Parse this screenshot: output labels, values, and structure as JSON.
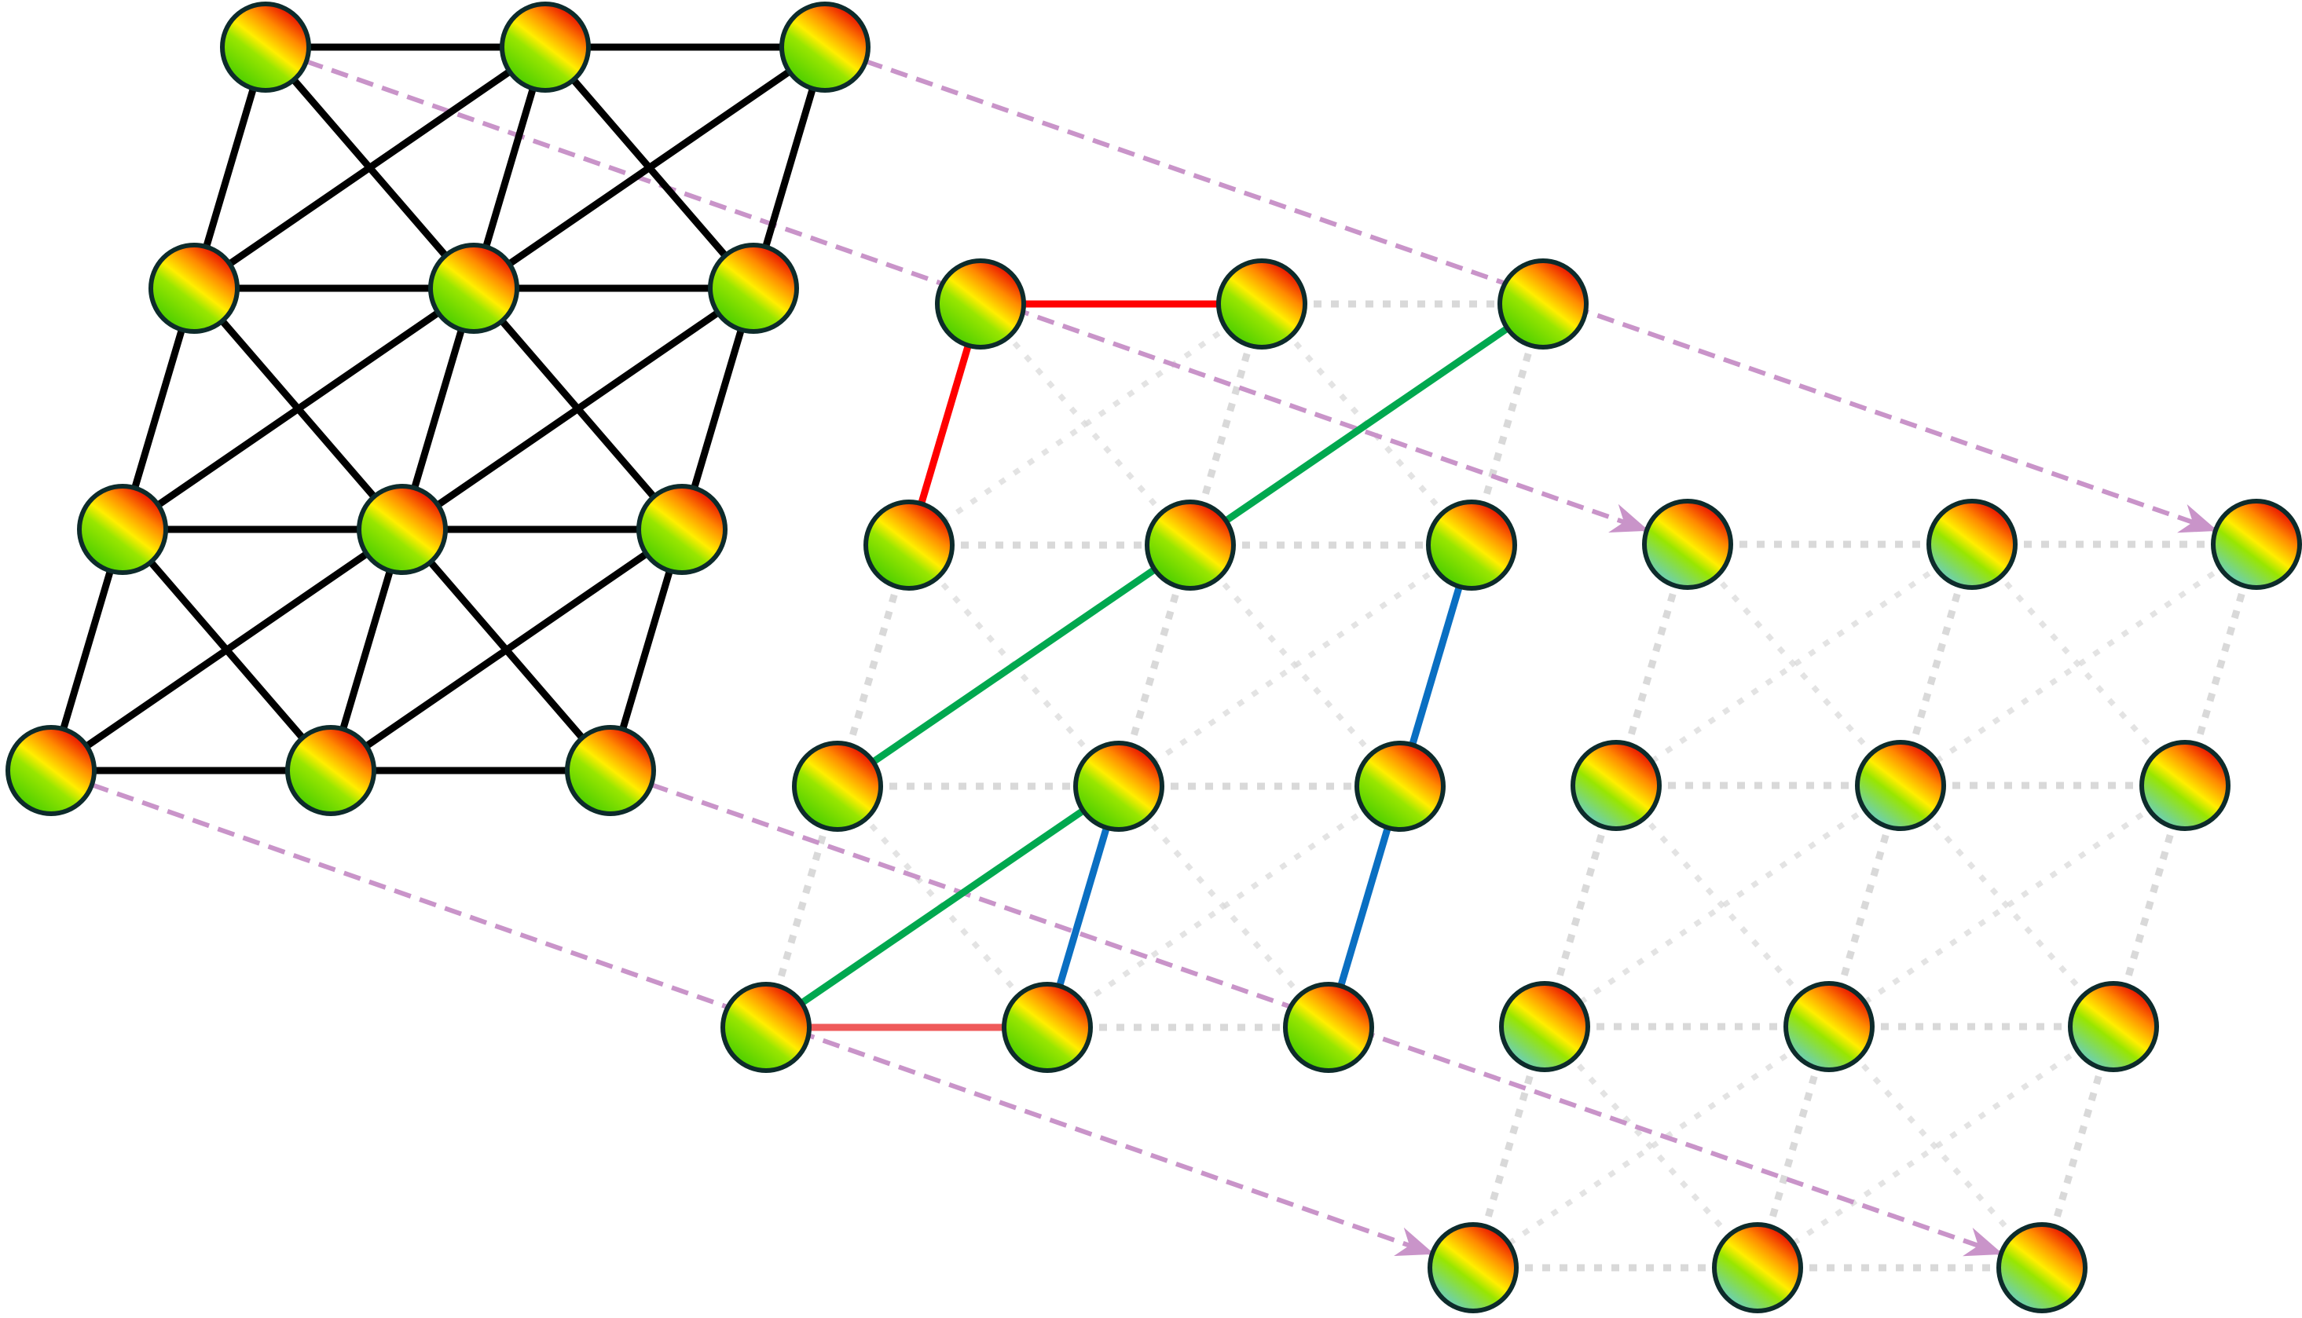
{
  "title": "",
  "colors": {
    "background": "#ffffff",
    "grid_a_edges": "#000000",
    "grid_background_edges": "#d9d9d9",
    "projection_arrows": "#c994c9",
    "highlight_red": "#ff0000",
    "highlight_red_light": "#ef5a5a",
    "highlight_green": "#00a84f",
    "highlight_blue": "#0a6fc2",
    "node_outline": "#0d2b2b",
    "node_gradient_warm": [
      "#e60000",
      "#ff8800",
      "#ffee00",
      "#99e600",
      "#44cc00"
    ],
    "node_gradient_cool": [
      "#e60000",
      "#ff8800",
      "#ffee00",
      "#99e600",
      "#66cccc"
    ]
  },
  "node_fill_styles": [
    "warm",
    "warm",
    "cool"
  ],
  "edge_styles": {
    "grid_a": "solid",
    "grid_b": "dotted",
    "grid_c": "dotted",
    "highlights": "solid",
    "projection": "dashed-arrow"
  },
  "grids": [
    {
      "id": "grid-a",
      "rows": 4,
      "cols": 3,
      "edges": "solid-black",
      "fill": "warm"
    },
    {
      "id": "grid-b",
      "rows": 4,
      "cols": 3,
      "edges": "dotted-gray",
      "fill": "warm"
    },
    {
      "id": "grid-c",
      "rows": 4,
      "cols": 3,
      "edges": "dotted-gray",
      "fill": "cool"
    }
  ],
  "highlight_paths": [
    {
      "name": "red-path",
      "color": "highlight_red",
      "grid": "grid-b",
      "nodes": [
        [
          1,
          0
        ],
        [
          0,
          0
        ],
        [
          0,
          1
        ]
      ]
    },
    {
      "name": "green-path-upper",
      "color": "highlight_green",
      "grid": "grid-b",
      "nodes": [
        [
          2,
          0
        ],
        [
          1,
          1
        ],
        [
          0,
          2
        ]
      ]
    },
    {
      "name": "green-path-lower",
      "color": "highlight_green",
      "grid": "grid-b",
      "nodes": [
        [
          3,
          0
        ],
        [
          2,
          1
        ]
      ]
    },
    {
      "name": "blue-path-left",
      "color": "highlight_blue",
      "grid": "grid-b",
      "nodes": [
        [
          2,
          1
        ],
        [
          3,
          1
        ]
      ]
    },
    {
      "name": "blue-path-right",
      "color": "highlight_blue",
      "grid": "grid-b",
      "nodes": [
        [
          1,
          2
        ],
        [
          2,
          2
        ],
        [
          3,
          2
        ]
      ]
    },
    {
      "name": "red-path-bottom",
      "color": "highlight_red_light",
      "grid": "grid-b",
      "nodes": [
        [
          3,
          0
        ],
        [
          3,
          1
        ]
      ]
    }
  ],
  "projection_arrows": [
    {
      "from_grid": "grid-a",
      "from": [
        0,
        0
      ],
      "to_grid": "grid-c",
      "to": [
        0,
        0
      ]
    },
    {
      "from_grid": "grid-a",
      "from": [
        0,
        2
      ],
      "to_grid": "grid-c",
      "to": [
        0,
        2
      ]
    },
    {
      "from_grid": "grid-a",
      "from": [
        3,
        0
      ],
      "to_grid": "grid-c",
      "to": [
        3,
        0
      ]
    },
    {
      "from_grid": "grid-a",
      "from": [
        3,
        2
      ],
      "to_grid": "grid-c",
      "to": [
        3,
        2
      ]
    }
  ]
}
